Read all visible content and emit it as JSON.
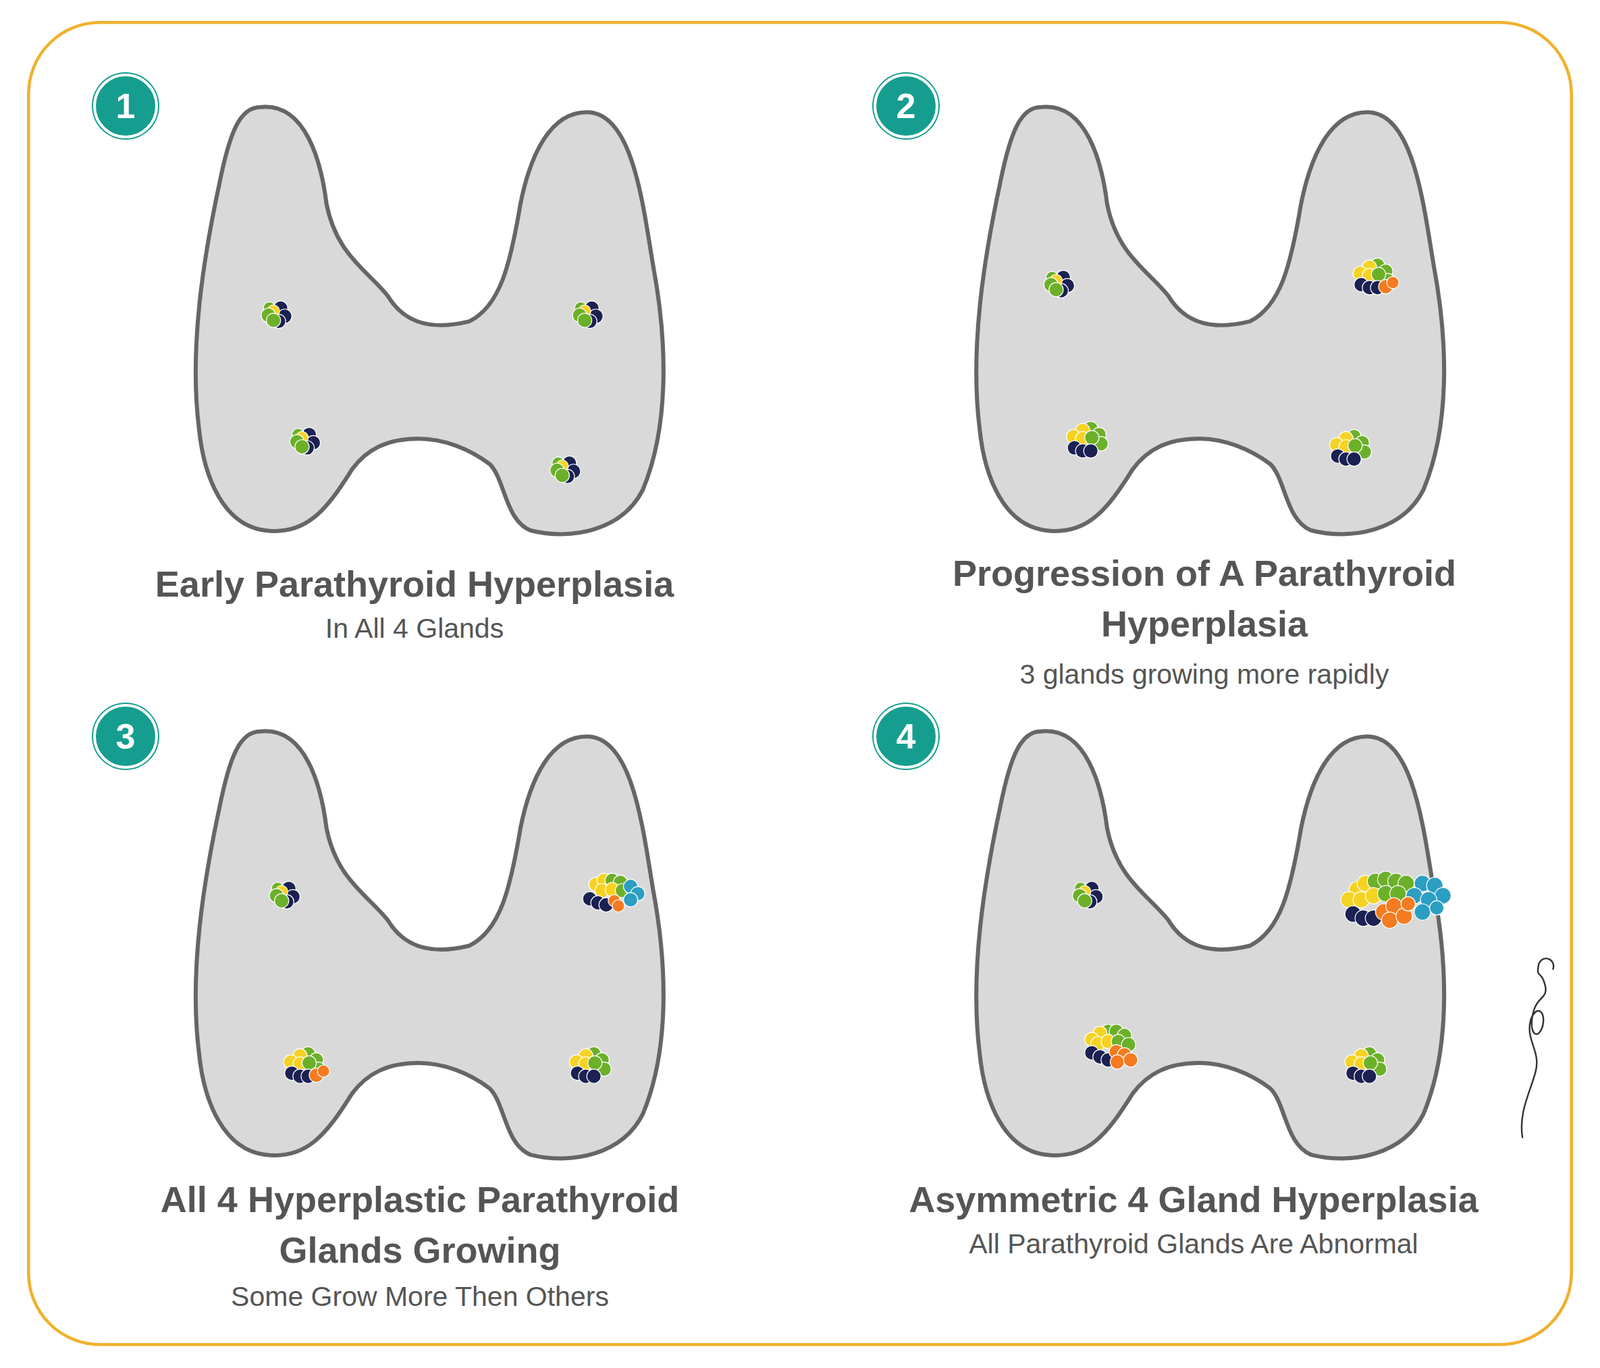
{
  "diagram": {
    "nodes": [
      {
        "text": [
          "1"
        ]
      },
      {
        "text": [
          "2"
        ]
      },
      {
        "text": [
          "3"
        ]
      },
      {
        "text": [
          "4"
        ]
      }
    ],
    "labels": [
      "Early Parathyroid Hyperplasia",
      "In All 4 Glands",
      "Progression of A Parathyroid Hyperplasia",
      "3 glands growing more rapidly",
      "All 4 Hyperplastic Parathyroid Glands Growing",
      "Some Grow More Then Others",
      "Asymmetric 4 Gland Hyperplasia",
      "All Parathyroid Glands Are Abnormal"
    ]
  }
}
